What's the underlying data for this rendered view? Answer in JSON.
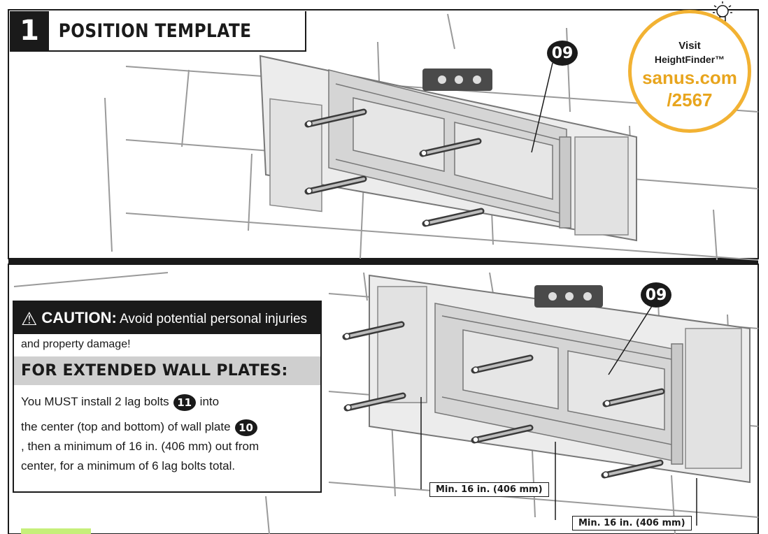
{
  "step": {
    "number": "1",
    "title": "POSITION TEMPLATE"
  },
  "part_badges": {
    "top": "09",
    "bottom": "09"
  },
  "heightfinder": {
    "visit": "Visit",
    "name": "HeightFinder™",
    "url_line1": "sanus.com",
    "url_line2": "/2567",
    "accent_color": "#f2b233",
    "url_color": "#e8a51e"
  },
  "caution": {
    "icon": "warning-triangle-icon",
    "label": "CAUTION:",
    "message": "Avoid potential personal injuries",
    "message_cont": "and property damage!"
  },
  "extended": {
    "heading": "FOR EXTENDED WALL PLATES:",
    "line1_pre": "You MUST install 2 lag bolts",
    "line1_badge": "11",
    "line1_post": "into",
    "line2_pre": "the center (top and bottom) of wall plate",
    "line2_badge": "10",
    "line3": ", then a minimum of 16 in. (406 mm) out from",
    "line4": "center, for a minimum of 6 lag bolts total."
  },
  "min_labels": {
    "left": "Min. 16 in. (406 mm)",
    "right": "Min. 16 in. (406 mm)"
  },
  "level_icon": "level-tool-icon"
}
